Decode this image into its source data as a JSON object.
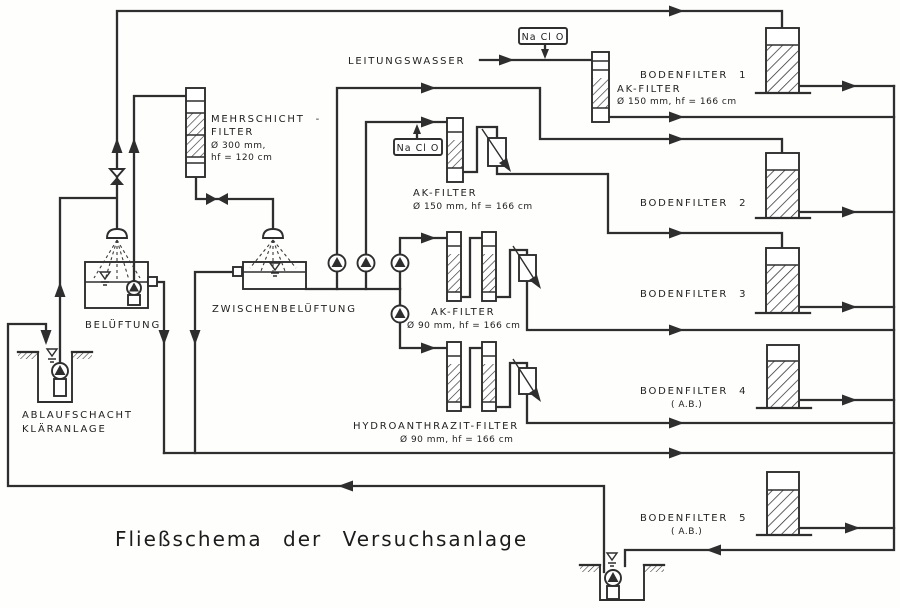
{
  "caption": "Fließschema der Versuchsanlage",
  "inputs": {
    "leitungswasser": "LEITUNGSWASSER",
    "naclo_top": "Na Cl O",
    "naclo_mid": "Na Cl O"
  },
  "filters": {
    "mehrschicht": {
      "name1": "MEHRSCHICHT -",
      "name2": "FILTER",
      "spec1": "Ø 300 mm,",
      "spec2": "hf = 120 cm"
    },
    "ak_leitungswasser": {
      "name": "AK-FILTER",
      "spec": "Ø 150 mm, hf = 166 cm"
    },
    "ak_150": {
      "name": "AK-FILTER",
      "spec": "Ø 150 mm, hf = 166 cm"
    },
    "ak_90": {
      "name": "AK-FILTER",
      "spec": "Ø 90 mm, hf = 166 cm"
    },
    "hydroanthrazit": {
      "name": "HYDROANTHRAZIT-FILTER",
      "spec": "Ø 90 mm, hf = 166 cm"
    }
  },
  "bodenfilter": [
    {
      "label": "BODENFILTER 1",
      "note": ""
    },
    {
      "label": "BODENFILTER 2",
      "note": ""
    },
    {
      "label": "BODENFILTER 3",
      "note": ""
    },
    {
      "label": "BODENFILTER 4",
      "note": "( A.B.)"
    },
    {
      "label": "BODENFILTER 5",
      "note": "( A.B.)"
    }
  ],
  "basins": {
    "belueftung": "BELÜFTUNG",
    "zwischenbelueftung": "ZWISCHENBELÜFTUNG",
    "ablaufschacht1": "ABLAUFSCHACHT",
    "ablaufschacht2": "KLÄRANLAGE"
  },
  "colors": {
    "line": "#2e2e2e",
    "background": "#fefefd"
  }
}
